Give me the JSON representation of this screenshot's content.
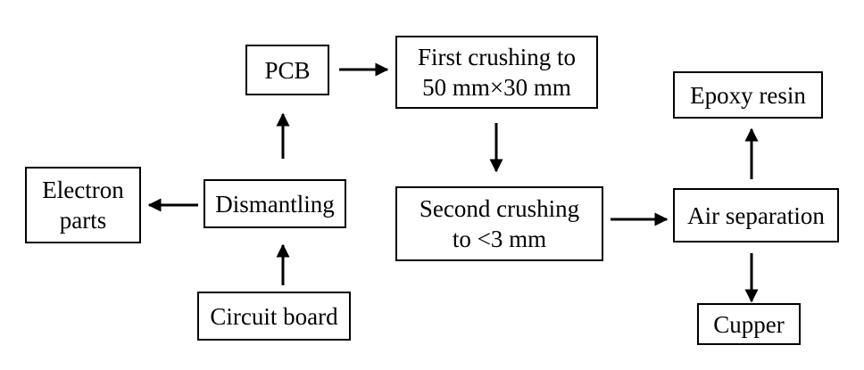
{
  "diagram": {
    "nodes": {
      "pcb": "PCB",
      "first_crushing": "First crushing to\n50 mm×30 mm",
      "epoxy_resin": "Epoxy resin",
      "electron_parts": "Electron\nparts",
      "dismantling": "Dismantling",
      "second_crushing": "Second crushing\nto <3 mm",
      "air_separation": "Air separation",
      "circuit_board": "Circuit board",
      "cupper": "Cupper"
    },
    "colors": {
      "line": "#000000",
      "background": "#ffffff"
    }
  }
}
